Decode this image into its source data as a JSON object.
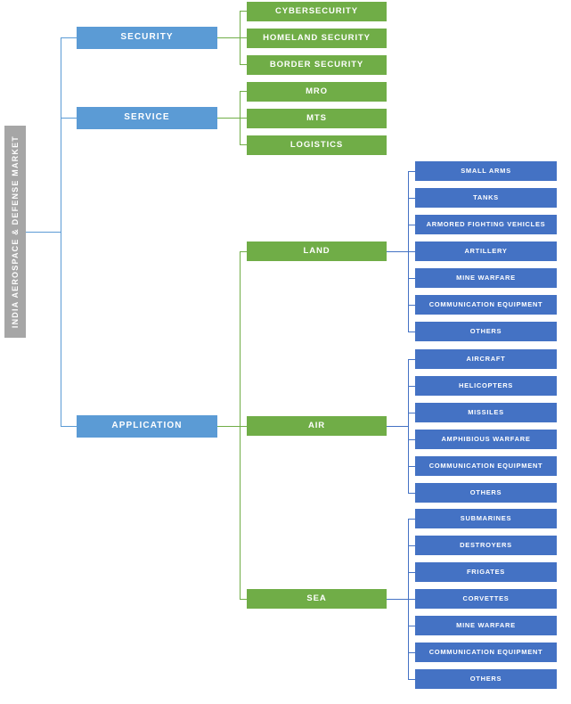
{
  "diagram": {
    "type": "tree",
    "root": {
      "label": "INDIA AEROSPACE & DEFENSE MARKET",
      "color": "#a6a6a6"
    },
    "colors": {
      "level1": "#5b9bd5",
      "level2": "#70ad47",
      "level3": "#4472c4",
      "root": "#a6a6a6",
      "text": "#ffffff",
      "background": "#ffffff"
    },
    "branches": [
      {
        "label": "SECURITY",
        "children": [
          {
            "label": "CYBERSECURITY"
          },
          {
            "label": "HOMELAND SECURITY"
          },
          {
            "label": "BORDER SECURITY"
          }
        ]
      },
      {
        "label": "SERVICE",
        "children": [
          {
            "label": "MRO"
          },
          {
            "label": "MTS"
          },
          {
            "label": "LOGISTICS"
          }
        ]
      },
      {
        "label": "APPLICATION",
        "children": [
          {
            "label": "LAND",
            "children": [
              {
                "label": "SMALL ARMS"
              },
              {
                "label": "TANKS"
              },
              {
                "label": "ARMORED FIGHTING VEHICLES"
              },
              {
                "label": "ARTILLERY"
              },
              {
                "label": "MINE WARFARE"
              },
              {
                "label": "COMMUNICATION EQUIPMENT"
              },
              {
                "label": "OTHERS"
              }
            ]
          },
          {
            "label": "AIR",
            "children": [
              {
                "label": "AIRCRAFT"
              },
              {
                "label": "HELICOPTERS"
              },
              {
                "label": "MISSILES"
              },
              {
                "label": "AMPHIBIOUS WARFARE"
              },
              {
                "label": "COMMUNICATION EQUIPMENT"
              },
              {
                "label": "OTHERS"
              }
            ]
          },
          {
            "label": "SEA",
            "children": [
              {
                "label": "SUBMARINES"
              },
              {
                "label": "DESTROYERS"
              },
              {
                "label": "FRIGATES"
              },
              {
                "label": "CORVETTES"
              },
              {
                "label": "MINE WARFARE"
              },
              {
                "label": "COMMUNICATION EQUIPMENT"
              },
              {
                "label": "OTHERS"
              }
            ]
          }
        ]
      }
    ]
  }
}
